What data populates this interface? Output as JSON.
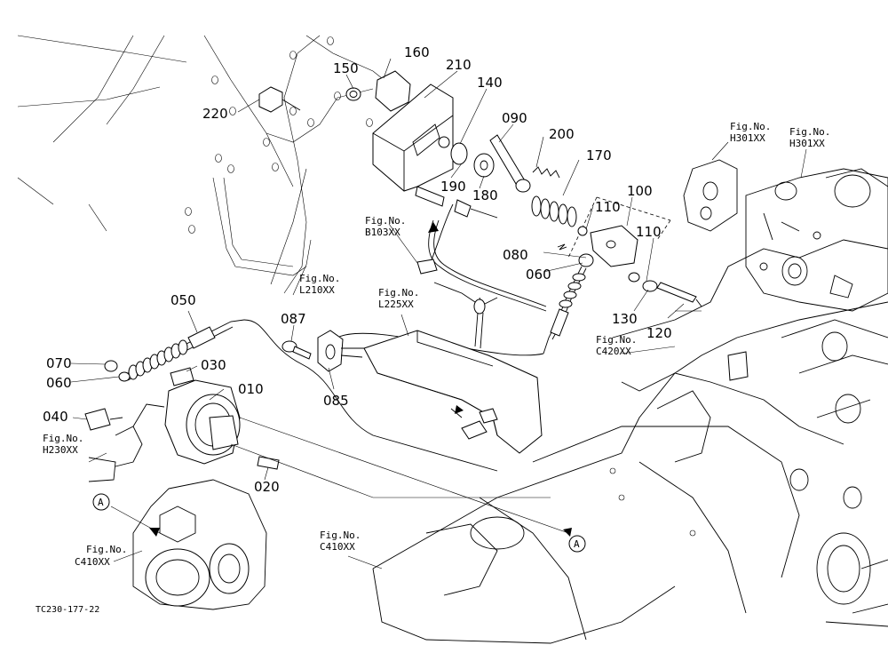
{
  "diagram": {
    "part_numbers": [
      {
        "id": "p160",
        "label": "160"
      },
      {
        "id": "p210",
        "label": "210"
      },
      {
        "id": "p150",
        "label": "150"
      },
      {
        "id": "p140",
        "label": "140"
      },
      {
        "id": "p220",
        "label": "220"
      },
      {
        "id": "p090",
        "label": "090"
      },
      {
        "id": "p200",
        "label": "200"
      },
      {
        "id": "p170",
        "label": "170"
      },
      {
        "id": "p190",
        "label": "190"
      },
      {
        "id": "p180",
        "label": "180"
      },
      {
        "id": "p100",
        "label": "100"
      },
      {
        "id": "p110a",
        "label": "110"
      },
      {
        "id": "p110b",
        "label": "110"
      },
      {
        "id": "p080",
        "label": "080"
      },
      {
        "id": "p060a",
        "label": "060"
      },
      {
        "id": "p130",
        "label": "130"
      },
      {
        "id": "p120",
        "label": "120"
      },
      {
        "id": "p050",
        "label": "050"
      },
      {
        "id": "p087",
        "label": "087"
      },
      {
        "id": "p085",
        "label": "085"
      },
      {
        "id": "p070",
        "label": "070"
      },
      {
        "id": "p060b",
        "label": "060"
      },
      {
        "id": "p030",
        "label": "030"
      },
      {
        "id": "p010",
        "label": "010"
      },
      {
        "id": "p040",
        "label": "040"
      },
      {
        "id": "p020",
        "label": "020"
      }
    ],
    "fig_refs": [
      {
        "id": "h301a",
        "prefix": "Fig.No.",
        "code": "H301XX"
      },
      {
        "id": "h301b",
        "prefix": "Fig.No.",
        "code": "H301XX"
      },
      {
        "id": "b103",
        "prefix": "Fig.No.",
        "code": "B103XX"
      },
      {
        "id": "l210",
        "prefix": "Fig.No.",
        "code": "L210XX"
      },
      {
        "id": "l225",
        "prefix": "Fig.No.",
        "code": "L225XX"
      },
      {
        "id": "c420",
        "prefix": "Fig.No.",
        "code": "C420XX"
      },
      {
        "id": "h230",
        "prefix": "Fig.No.",
        "code": "H230XX"
      },
      {
        "id": "c410a",
        "prefix": "Fig.No.",
        "code": "C410XX"
      },
      {
        "id": "c410b",
        "prefix": "Fig.No.",
        "code": "C410XX"
      }
    ],
    "markers": [
      {
        "id": "markerA1",
        "label": "A"
      },
      {
        "id": "markerA2",
        "label": "A"
      }
    ],
    "drawing_code": "TC230-177-22"
  }
}
